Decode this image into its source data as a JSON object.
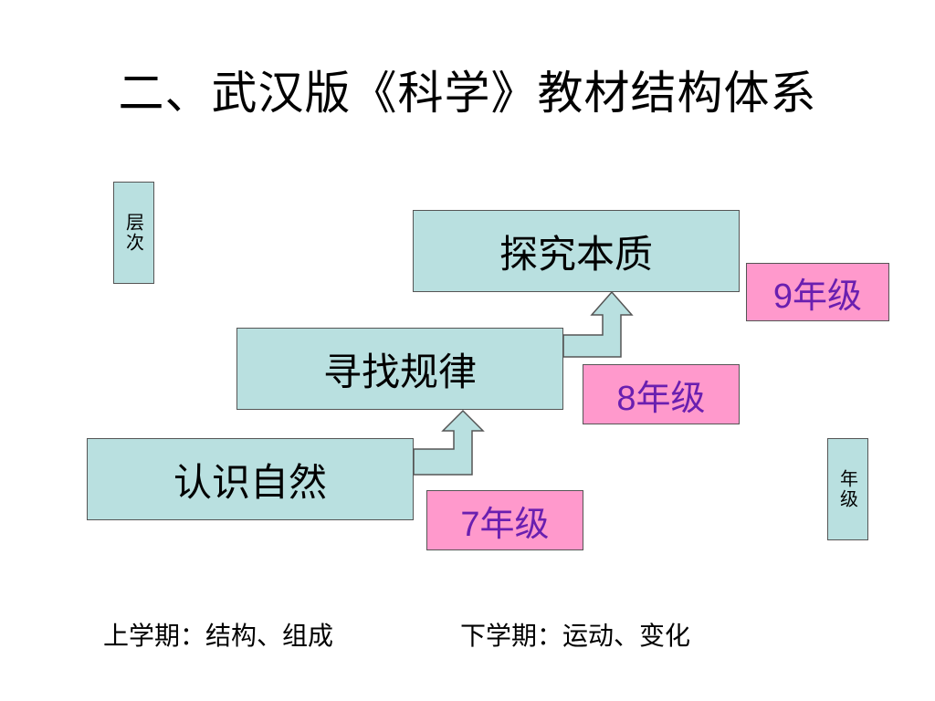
{
  "title": "二、武汉版《科学》教材结构体系",
  "axis_labels": {
    "level": "层次",
    "grade": "年级"
  },
  "stages": [
    {
      "label": "探究本质",
      "grade": "9年级"
    },
    {
      "label": "寻找规律",
      "grade": "8年级"
    },
    {
      "label": "认识自然",
      "grade": "7年级"
    }
  ],
  "footer": {
    "first_semester": "上学期：结构、组成",
    "second_semester": "下学期：运动、变化"
  },
  "colors": {
    "box_fill": "#b9e0e0",
    "grade_fill": "#ff99cc",
    "grade_text": "#6a1fb0"
  }
}
